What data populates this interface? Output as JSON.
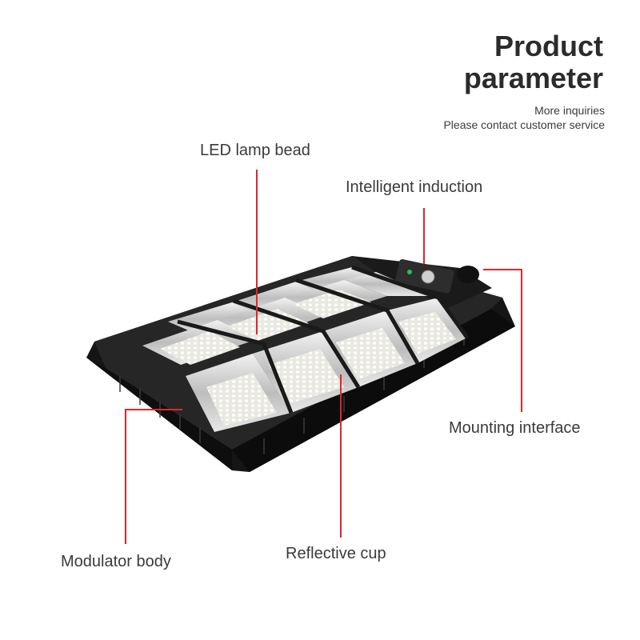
{
  "header": {
    "title_line1": "Product",
    "title_line2": "parameter",
    "note_line1": "More inquiries",
    "note_line2": "Please contact customer service"
  },
  "callouts": {
    "led_lamp_bead": "LED lamp bead",
    "intelligent_induction": "Intelligent induction",
    "mounting_interface": "Mounting interface",
    "modulator_body": "Modulator body",
    "reflective_cup": "Reflective cup"
  },
  "colors": {
    "leader_line": "#e0262b",
    "housing": "#1c1c1c",
    "cup": "#d9d9d9",
    "led": "#f4f4ee"
  }
}
